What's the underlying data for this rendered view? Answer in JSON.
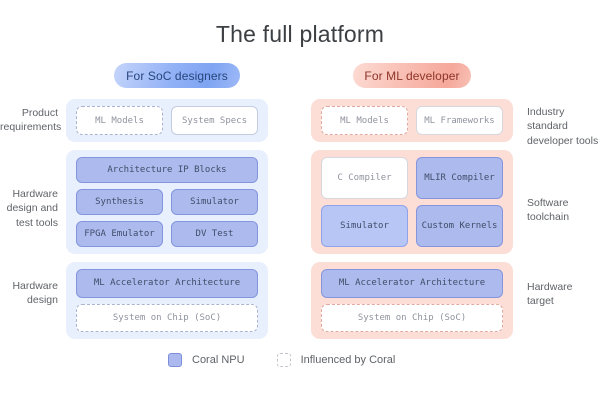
{
  "title": "The full platform",
  "pills": {
    "soc": "For SoC designers",
    "ml": "For ML developer"
  },
  "side_labels": {
    "left": [
      {
        "lines": [
          "Product",
          "requirements"
        ]
      },
      {
        "lines": [
          "Hardware",
          "design and",
          "test tools"
        ]
      },
      {
        "lines": [
          "Hardware",
          "design"
        ]
      }
    ],
    "right": [
      {
        "lines": [
          "Industry standard",
          "developer tools"
        ]
      },
      {
        "lines": [
          "Software",
          "toolchain"
        ]
      },
      {
        "lines": [
          "Hardware",
          "target"
        ]
      }
    ]
  },
  "soc": {
    "row1": {
      "ml_models": "ML Models",
      "system_specs": "System Specs"
    },
    "row2": {
      "arch_ip": "Architecture IP Blocks",
      "synthesis": "Synthesis",
      "simulator": "Simulator",
      "fpga": "FPGA Emulator",
      "dv_test": "DV Test"
    },
    "row3": {
      "ml_accel": "ML Accelerator Architecture",
      "soc_chip": "System on Chip (SoC)"
    }
  },
  "ml": {
    "row1": {
      "ml_models": "ML Models",
      "ml_frameworks": "ML Frameworks"
    },
    "row2": {
      "c_compiler": "C Compiler",
      "mlir": "MLIR Compiler",
      "simulator": "Simulator",
      "kernels": "Custom Kernels"
    },
    "row3": {
      "ml_accel": "ML Accelerator Architecture",
      "soc_chip": "System on Chip (SoC)"
    }
  },
  "legend": {
    "coral_npu": "Coral NPU",
    "influenced": "Influenced by Coral"
  },
  "colors": {
    "coral_npu_fill": "#acbaee",
    "coral_npu_border": "#8495de",
    "soc_group_bg": "#e9f0fd",
    "ml_group_bg": "#fcded7",
    "soc_pill_text": "#27467e",
    "ml_pill_text": "#8e352a",
    "title_text": "#3c4043",
    "label_text": "#5f6368"
  }
}
